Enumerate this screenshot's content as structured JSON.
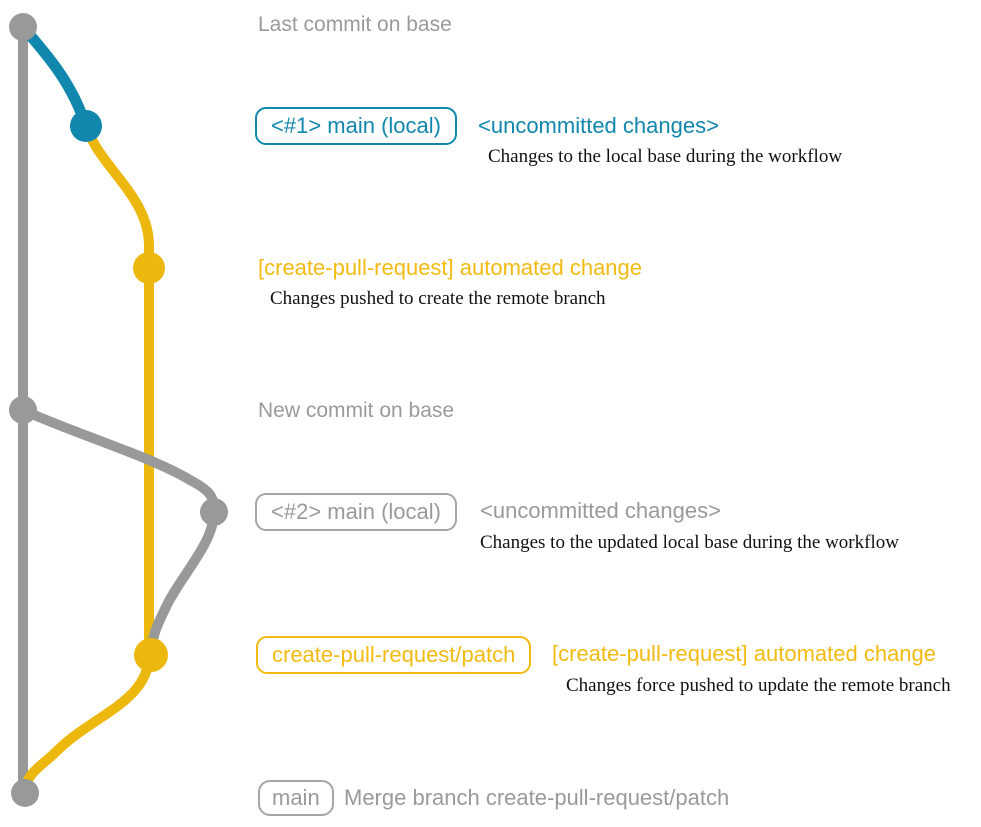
{
  "colors": {
    "base_gray": "#999999",
    "teal": "#1187ae",
    "yellow": "#edb80e",
    "yellow_label": "#f3bb12",
    "gray_text": "#9a9a9a",
    "note_text": "#111111"
  },
  "graph": {
    "branches": [
      {
        "id": "base",
        "color": "#999999"
      },
      {
        "id": "main-local",
        "color": "#1187ae"
      },
      {
        "id": "create-pull-request-patch",
        "color": "#edb80e"
      }
    ],
    "commit_count": 7
  },
  "annotations": {
    "row1": {
      "caption": "Last commit on base"
    },
    "row2": {
      "badge": "<#1> main (local)",
      "status": "<uncommitted changes>",
      "note": "Changes to the local base during the workflow"
    },
    "row3": {
      "label": "[create-pull-request] automated change",
      "note": "Changes pushed to create the remote branch"
    },
    "row4": {
      "caption": "New commit on base"
    },
    "row5": {
      "badge": "<#2> main (local)",
      "status": "<uncommitted changes>",
      "note": "Changes to the updated local base during the workflow"
    },
    "row6": {
      "badge": "create-pull-request/patch",
      "label": "[create-pull-request] automated change",
      "note": "Changes force pushed to update the remote branch"
    },
    "row7": {
      "badge": "main",
      "caption": "Merge branch create-pull-request/patch"
    }
  }
}
